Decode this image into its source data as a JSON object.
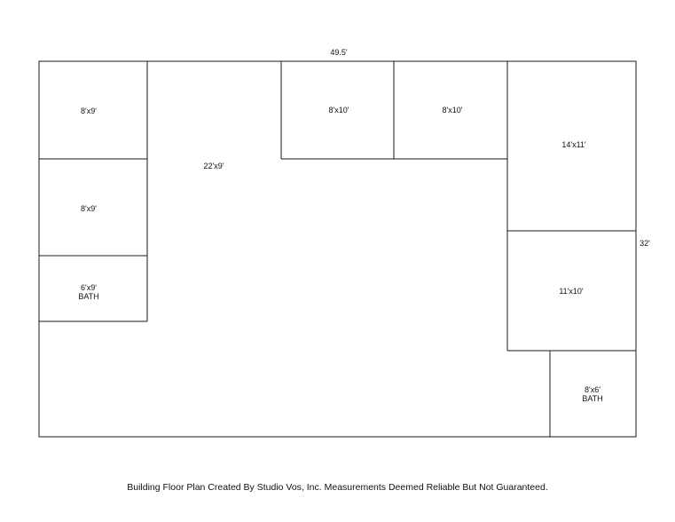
{
  "dimensions": {
    "overall_width": "49.5'",
    "overall_depth": "32'"
  },
  "rooms": {
    "left_top": {
      "size": "8'x9'"
    },
    "left_middle": {
      "size": "8'x9'"
    },
    "left_bath": {
      "size": "6'x9'",
      "label": "BATH"
    },
    "open_area": {
      "size": "22'x9'"
    },
    "top_center_1": {
      "size": "8'x10'"
    },
    "top_center_2": {
      "size": "8'x10'"
    },
    "right_top": {
      "size": "14'x11'"
    },
    "right_middle": {
      "size": "11'x10'"
    },
    "right_bath": {
      "size": "8'x6'",
      "label": "BATH"
    }
  },
  "footer": {
    "disclaimer": "Building Floor Plan Created By Studio Vos, Inc. Measurements Deemed Reliable But Not Guaranteed."
  }
}
